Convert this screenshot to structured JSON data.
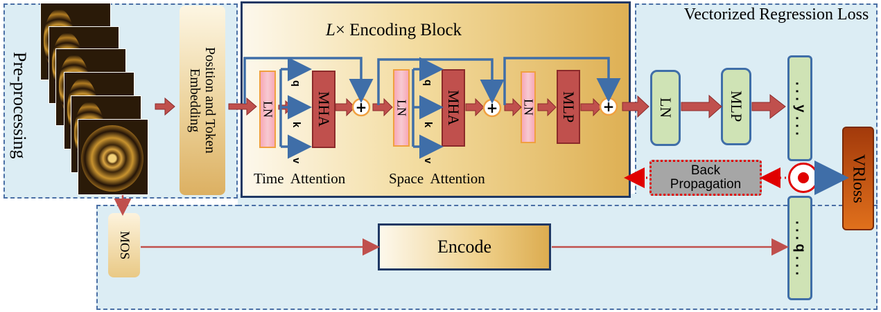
{
  "preprocessing": {
    "label": "Pre-processing",
    "frame_count": 6
  },
  "embedding": {
    "label": "Position and Token Embedding"
  },
  "encoding_block": {
    "title_prefix": "L",
    "title_rest": "× Encoding Block",
    "ln1": "LN",
    "mha1": "MHA",
    "ln2": "LN",
    "mha2": "MHA",
    "ln3": "LN",
    "mlp": "MLP",
    "q": "q",
    "k": "k",
    "v": "v",
    "time_attention": "Time  Attention",
    "space_attention": "Space  Attention"
  },
  "regression": {
    "title": "Vectorized Regression Loss",
    "ln": "LN",
    "mlp": "MLP",
    "y_vec": ". . . y . . .",
    "q_vec": ". . . q . . .",
    "backprop": "Back Propagation",
    "vrloss": "VRloss"
  },
  "mos": {
    "label": "MOS"
  },
  "encode": {
    "label": "Encode"
  },
  "colors": {
    "panel": "#dcedf4",
    "panel_border": "#4a6fa5",
    "arrow_red": "#c0504d",
    "arrow_blue": "#3f6ea8",
    "mha": "#c0504d",
    "vrloss": "#c55a11"
  }
}
